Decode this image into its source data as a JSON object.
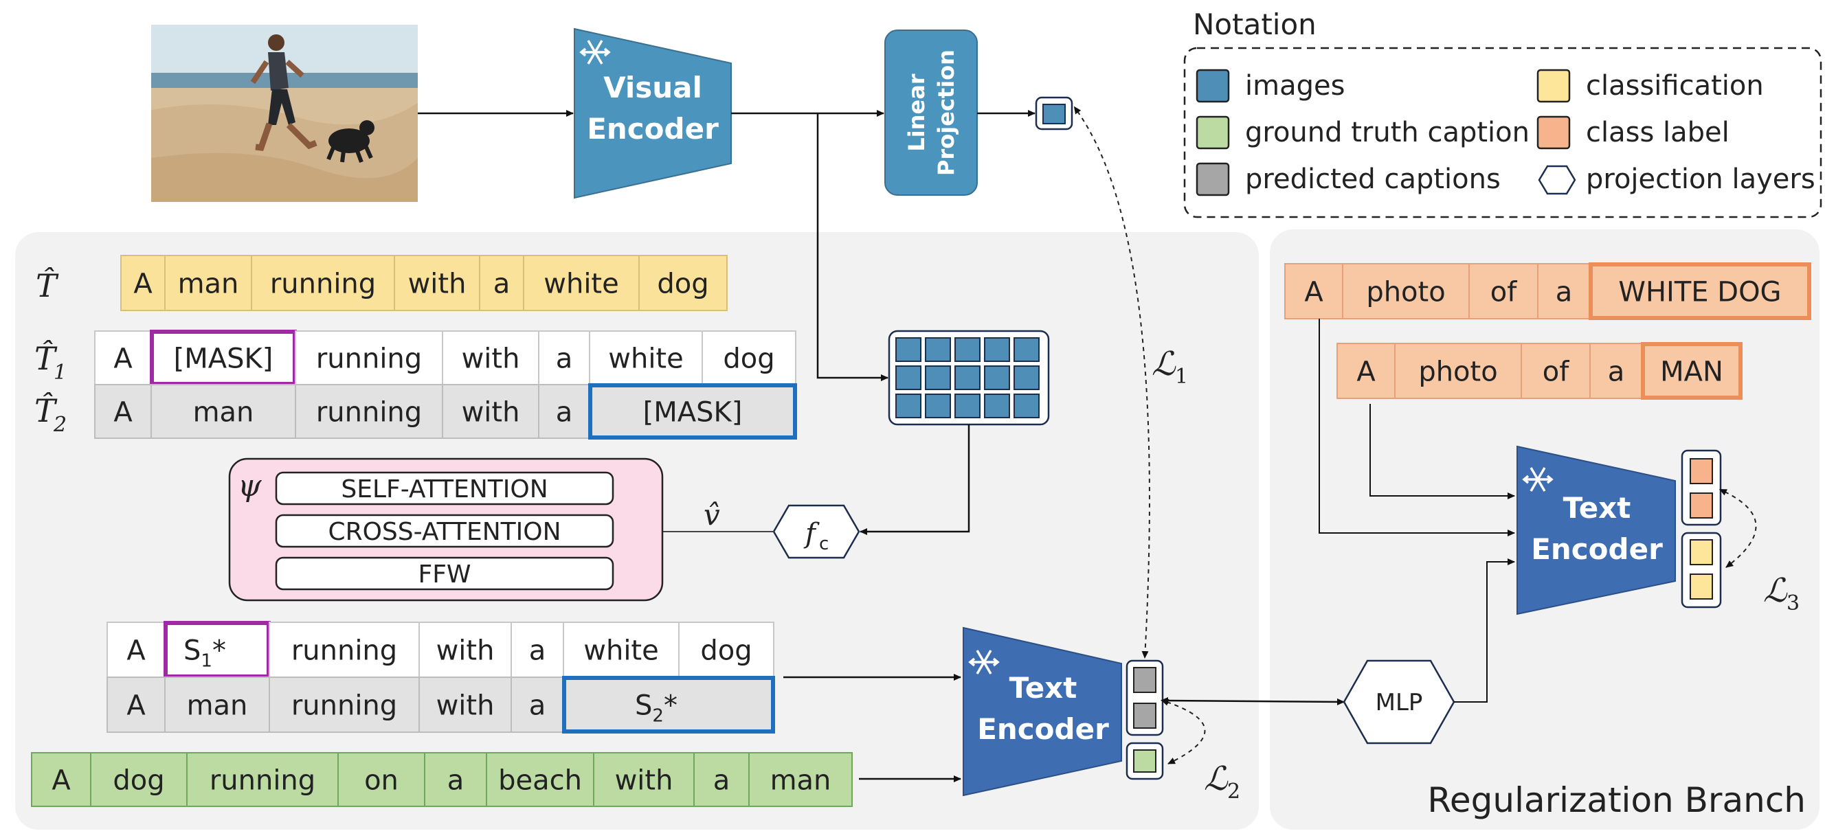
{
  "colors": {
    "image_blue": "#4f8fb7",
    "encoder_blue": "#4a94bd",
    "text_encoder_blue": "#3e6db1",
    "yellow": "#fbe29a",
    "yellow_border": "#dcc173",
    "gray": "#dcdcdc",
    "gray_dark": "#9a9a9a",
    "green": "#bcdba3",
    "green_border": "#6fa85a",
    "orange": "#f8c7a4",
    "orange_border": "#ec9a6b",
    "purple": "#a02aa4",
    "blue_box": "#1f6fbf",
    "pink": "#fbdbe7",
    "panel_bg": "#f2f2f2"
  },
  "photo": {
    "description_icon": "photo-icon"
  },
  "visual_encoder": {
    "line1": "Visual",
    "line2": "Encoder",
    "icon": "snowflake-icon"
  },
  "linear_projection": {
    "line1": "Linear",
    "line2": "Projection"
  },
  "notation": {
    "title": "Notation",
    "items": [
      {
        "label": "images",
        "color": "#4f8fb7"
      },
      {
        "label": "ground truth caption",
        "color": "#bcdba3"
      },
      {
        "label": "predicted captions",
        "color": "#a6a6a6"
      },
      {
        "label": "classification",
        "color": "#fde599"
      },
      {
        "label": "class label",
        "color": "#f6b38c"
      },
      {
        "label": "projection layers",
        "color": "#ffffff"
      }
    ]
  },
  "t_hat": {
    "label": "T̂",
    "tokens": [
      "A",
      "man",
      "running",
      "with",
      "a",
      "white",
      "dog"
    ]
  },
  "t1": {
    "label": "T̂",
    "sub": "1",
    "tokens": [
      "A",
      "[MASK]",
      "running",
      "with",
      "a",
      "white",
      "dog"
    ]
  },
  "t2": {
    "label": "T̂",
    "sub": "2",
    "tokens": [
      "A",
      "man",
      "running",
      "with",
      "a",
      "[MASK]"
    ]
  },
  "psi": {
    "symbol": "ψ",
    "layers": [
      "SELF-ATTENTION",
      "CROSS-ATTENTION",
      "FFW"
    ]
  },
  "v_hat": "v̂",
  "fc": {
    "f": "f",
    "sub": "c"
  },
  "s1_row": {
    "tokens": [
      "A",
      "S",
      "running",
      "with",
      "a",
      "white",
      "dog"
    ],
    "s_sub": "1",
    "star": "*"
  },
  "s2_row": {
    "tokens": [
      "A",
      "man",
      "running",
      "with",
      "a",
      "S"
    ],
    "s_sub": "2",
    "star": "*"
  },
  "gt_caption": {
    "tokens": [
      "A",
      "dog",
      "running",
      "on",
      "a",
      "beach",
      "with",
      "a",
      "man"
    ]
  },
  "text_encoder_main": {
    "line1": "Text",
    "line2": "Encoder"
  },
  "text_encoder_reg": {
    "line1": "Text",
    "line2": "Encoder"
  },
  "losses": {
    "l1": "ℒ",
    "l1_sub": "1",
    "l2": "ℒ",
    "l2_sub": "2",
    "l3": "ℒ",
    "l3_sub": "3"
  },
  "mlp": "MLP",
  "reg_prompt1": {
    "tokens": [
      "A",
      "photo",
      "of",
      "a",
      "WHITE DOG"
    ]
  },
  "reg_prompt2": {
    "tokens": [
      "A",
      "photo",
      "of",
      "a",
      "MAN"
    ]
  },
  "reg_branch_label": "Regularization Branch"
}
